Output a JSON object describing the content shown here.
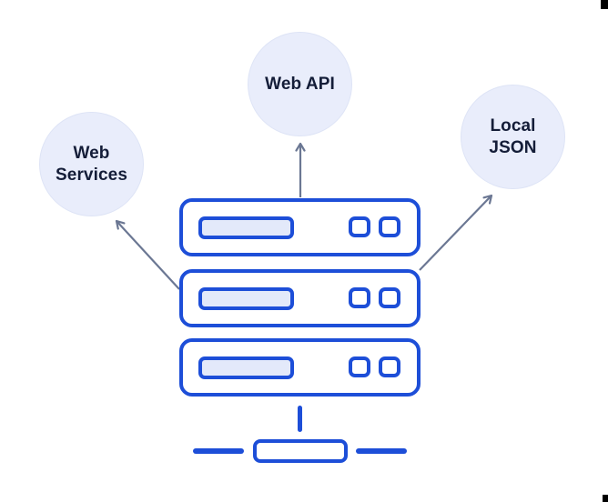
{
  "diagram": {
    "nodes": [
      {
        "id": "web-services",
        "label": "Web Services"
      },
      {
        "id": "web-api",
        "label": "Web API"
      },
      {
        "id": "local-json",
        "label": "Local JSON"
      }
    ],
    "hub": {
      "id": "server-stack",
      "icon": "server-stack-icon",
      "units": 3
    },
    "connections": [
      {
        "from": "server-stack",
        "to": "web-services"
      },
      {
        "from": "server-stack",
        "to": "web-api"
      },
      {
        "from": "server-stack",
        "to": "local-json"
      }
    ]
  },
  "colors": {
    "blue": "#1D4ED8",
    "node-fill": "#E9EDFB",
    "node-border": "#DEE4F6",
    "panel-fill": "#E3E9FA",
    "text": "#141D38",
    "arrow": "#6B7793",
    "background": "#FFFFFF",
    "corner-mark": "#000000"
  }
}
